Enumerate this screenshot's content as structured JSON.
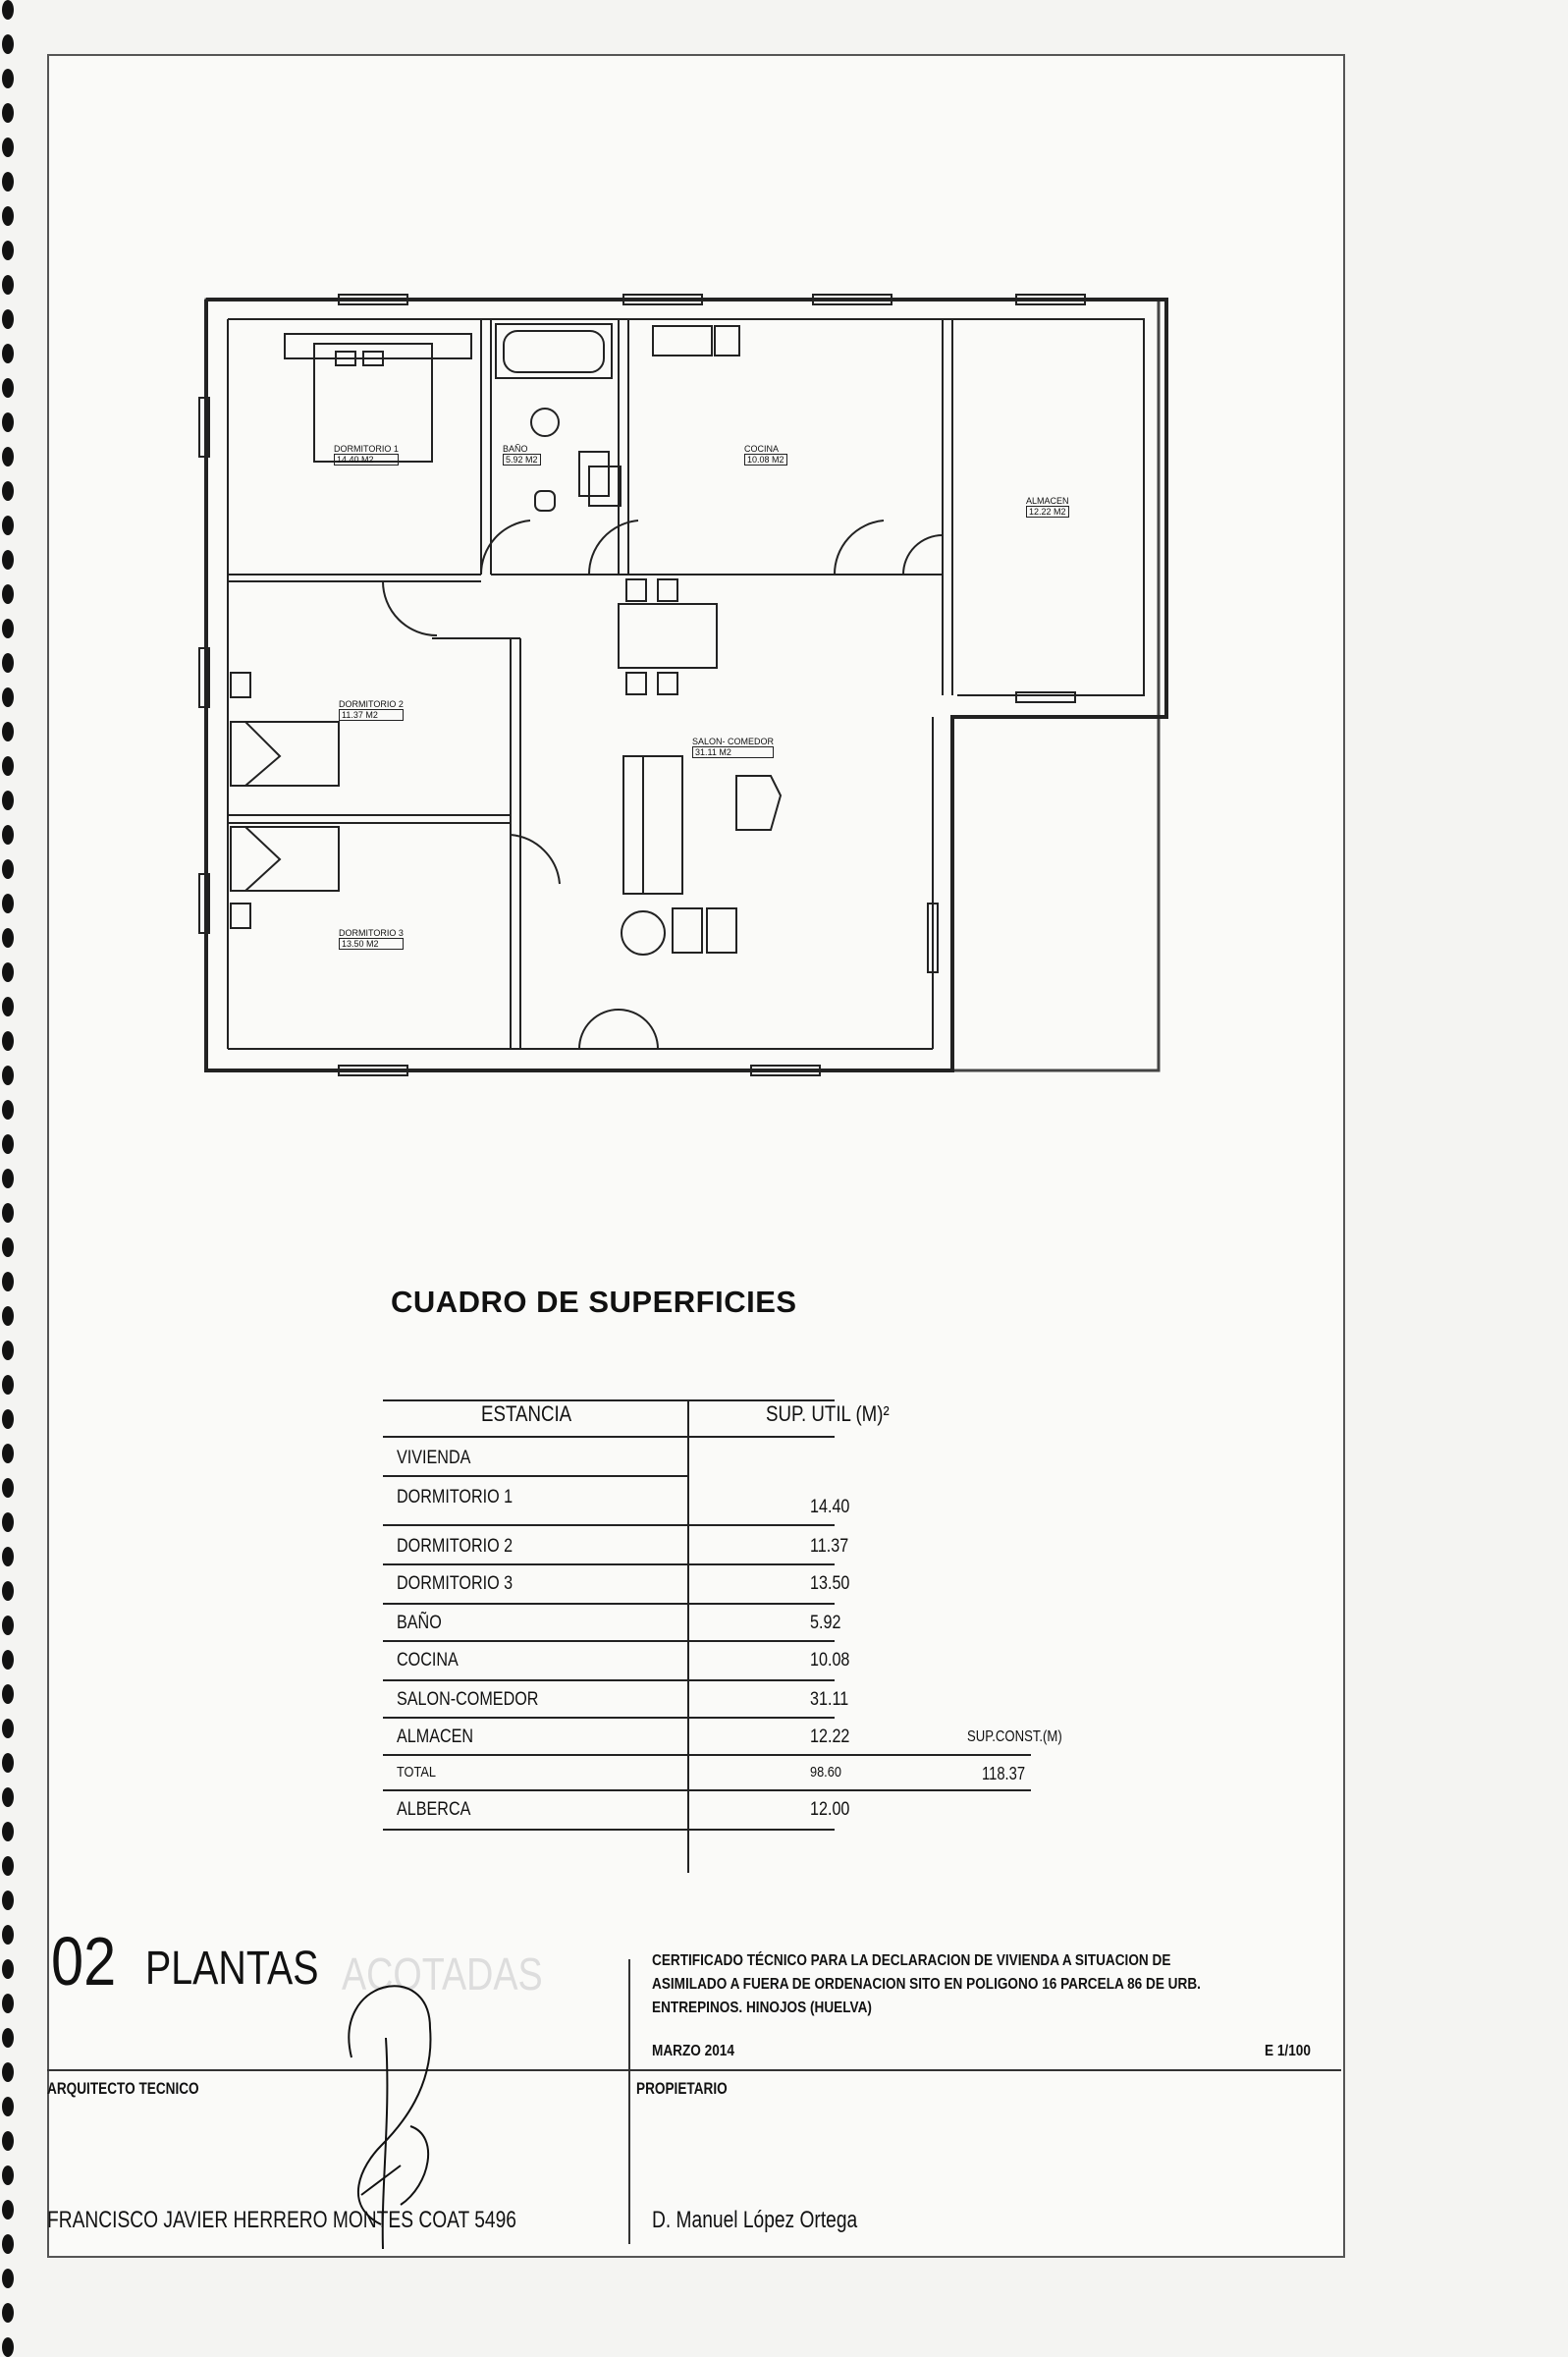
{
  "plan": {
    "rooms": [
      {
        "name": "DORMITORIO 1",
        "area": "14.40 M2"
      },
      {
        "name": "BAÑO",
        "area": "5.92 M2"
      },
      {
        "name": "COCINA",
        "area": "10.08 M2"
      },
      {
        "name": "ALMACEN",
        "area": "12.22 M2"
      },
      {
        "name": "DORMITORIO 2",
        "area": "11.37 M2"
      },
      {
        "name": "SALON- COMEDOR",
        "area": "31.11 M2"
      },
      {
        "name": "DORMITORIO 3",
        "area": "13.50 M2"
      }
    ]
  },
  "superficies": {
    "title": "CUADRO DE SUPERFICIES",
    "col_estancia": "ESTANCIA",
    "col_sup": "SUP. UTIL (M)²",
    "rows": [
      {
        "name": "VIVIENDA",
        "value": ""
      },
      {
        "name": "DORMITORIO 1",
        "value": "14.40"
      },
      {
        "name": "DORMITORIO 2",
        "value": "11.37"
      },
      {
        "name": "DORMITORIO 3",
        "value": "13.50"
      },
      {
        "name": "BAÑO",
        "value": "5.92"
      },
      {
        "name": "COCINA",
        "value": "10.08"
      },
      {
        "name": "SALON-COMEDOR",
        "value": "31.11"
      },
      {
        "name": "ALMACEN",
        "value": "12.22"
      },
      {
        "name": "TOTAL",
        "value": "98.60"
      },
      {
        "name": "ALBERCA",
        "value": "12.00"
      }
    ],
    "sup_const_label": "SUP.CONST.(M)",
    "sup_const_value": "118.37"
  },
  "title_block": {
    "number": "02",
    "title": "PLANTAS",
    "ghost": "ACOTADAS",
    "description": "CERTIFICADO TÉCNICO PARA LA DECLARACION DE VIVIENDA A SITUACION DE ASIMILADO A FUERA DE ORDENACION SITO EN POLIGONO 16 PARCELA 86 DE URB. ENTREPINOS. HINOJOS (HUELVA)",
    "date": "MARZO 2014",
    "scale": "E 1/100",
    "arquitecto_label": "ARQUITECTO TECNICO",
    "arquitecto_name": "FRANCISCO JAVIER HERRERO MONTES COAT 5496",
    "propietario_label": "PROPIETARIO",
    "propietario_name": "D. Manuel López Ortega"
  }
}
